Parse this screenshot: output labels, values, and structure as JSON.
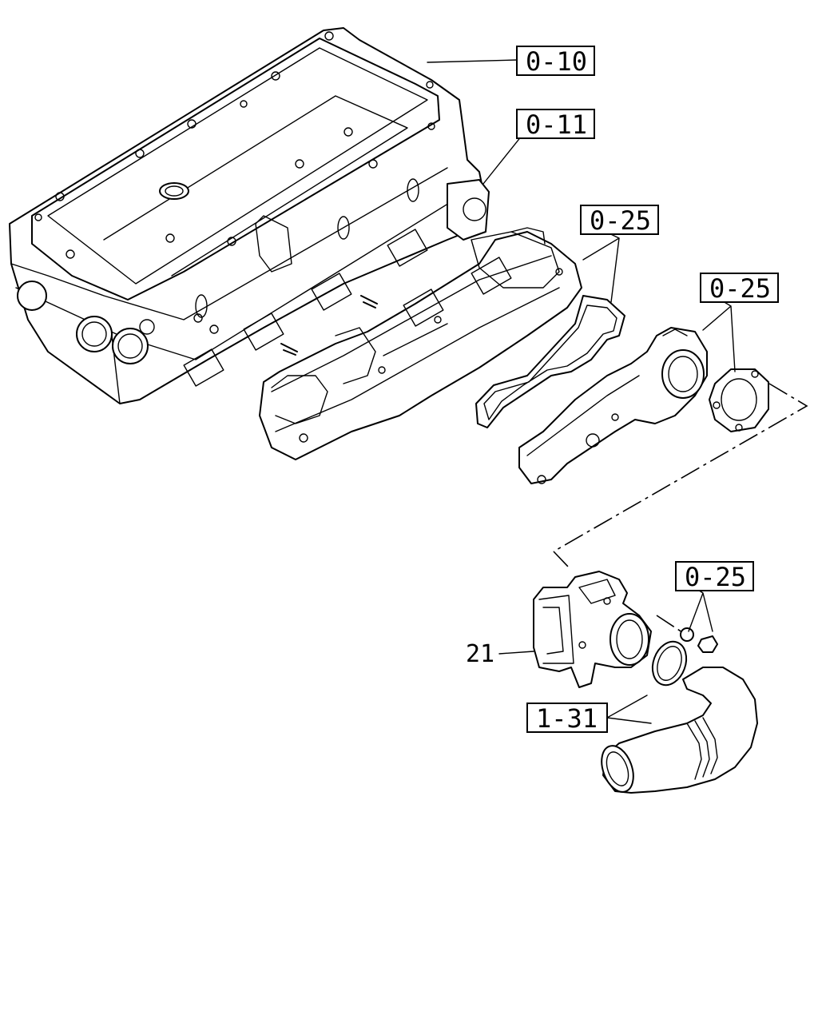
{
  "callouts": {
    "cylinder_head": "0-10",
    "head_gasket": "0-11",
    "manifold_gasket": "0-25",
    "flange_gasket": "0-25",
    "throttle_hardware": "0-25",
    "hose": "1-31"
  },
  "items": {
    "throttle_body": "21"
  }
}
